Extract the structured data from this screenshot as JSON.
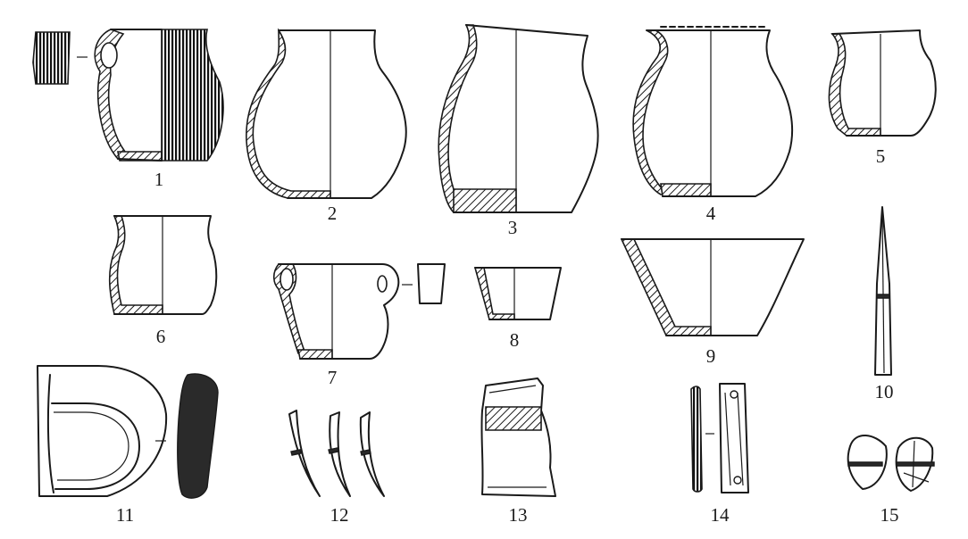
{
  "figure": {
    "labels": [
      "1",
      "2",
      "3",
      "4",
      "5",
      "6",
      "7",
      "8",
      "9",
      "10",
      "11",
      "12",
      "13",
      "14",
      "15"
    ]
  }
}
